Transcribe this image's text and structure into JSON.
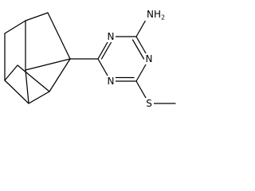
{
  "molecule": {
    "atom_labels": {
      "n_top": "N",
      "n_right": "N",
      "n_bottom": "N",
      "amine": "NH",
      "amine_subscript": "2",
      "sulfur": "S"
    },
    "colors": {
      "bond": "#000000",
      "text": "#000000",
      "background": "#ffffff"
    }
  }
}
